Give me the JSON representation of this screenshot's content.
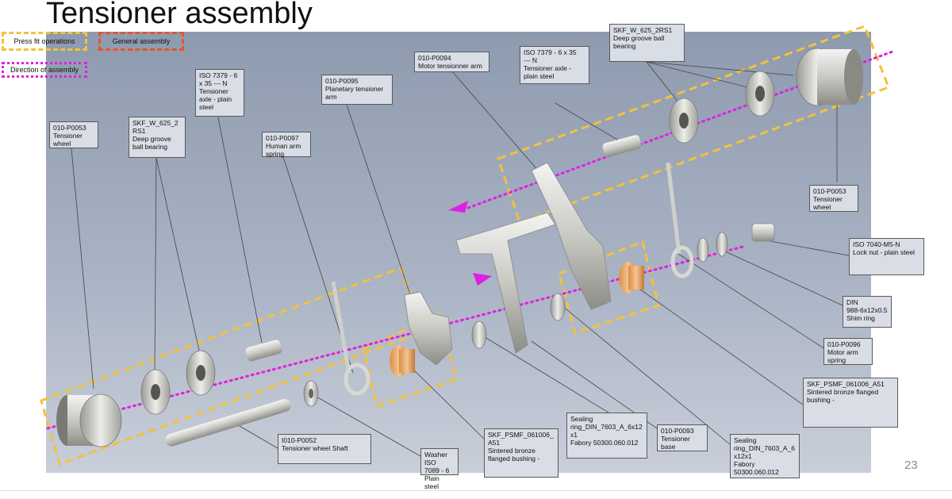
{
  "slide": {
    "title": "Tensioner assembly",
    "page_number": "23"
  },
  "legend": {
    "press_fit": "Press fit operations",
    "general": "General assembly",
    "direction": "Direction of assembly",
    "colors": {
      "press_fit": "#f2c23a",
      "general": "#e8552a",
      "direction": "#e020e0"
    }
  },
  "callouts": [
    {
      "id": "c1",
      "text": "SKF_W_625_2RS1\nDeep groove ball\nbearing"
    },
    {
      "id": "c2",
      "text": "010-P0094\nMotor tensionner arm"
    },
    {
      "id": "c3",
      "text": "ISO 7379 - 6 x 35\n--- N\nTensioner axle -\nplain steel"
    },
    {
      "id": "c4",
      "text": "ISO 7379 - 6\nx 35 --- N\nTensioner\naxle - plain\nsteel"
    },
    {
      "id": "c5",
      "text": "010-P0095\nPlanetary tensioner\narm"
    },
    {
      "id": "c6",
      "text": "010-P0053\nTensioner\nwheel"
    },
    {
      "id": "c7",
      "text": "SKF_W_625_2\nRS1\nDeep groove\nball bearing"
    },
    {
      "id": "c8",
      "text": "010-P0097\nHuman arm\nspring"
    },
    {
      "id": "c9",
      "text": "010-P0053\nTensioner\nwheel"
    },
    {
      "id": "c10",
      "text": "ISO 7040-M5-N\nLock nut - plain steel"
    },
    {
      "id": "c11",
      "text": "DIN\n988-6x12x0.5\nShim ring"
    },
    {
      "id": "c12",
      "text": "010-P0096\nMotor arm\nspring"
    },
    {
      "id": "c13",
      "text": "SKF_PSMF_061006_A51\nSintered bronze flanged\nbushing -"
    },
    {
      "id": "c14",
      "text": "I010-P0052\nTensioner wheel Shaft"
    },
    {
      "id": "c15",
      "text": "Washer ISO\n7089 - 6\nPlain steel"
    },
    {
      "id": "c16",
      "text": "SKF_PSMF_061006_\nA51\nSintered bronze\nflanged bushing -"
    },
    {
      "id": "c17",
      "text": "Sealing\nring_DIN_7603_A_6x12\nx1\nFabory 50300.060.012"
    },
    {
      "id": "c18",
      "text": "010-P0093\nTensioner\nbase"
    },
    {
      "id": "c19",
      "text": "Sealing\nring_DIN_7603_A_6\nx12x1\nFabory\n50300.060.012"
    }
  ]
}
